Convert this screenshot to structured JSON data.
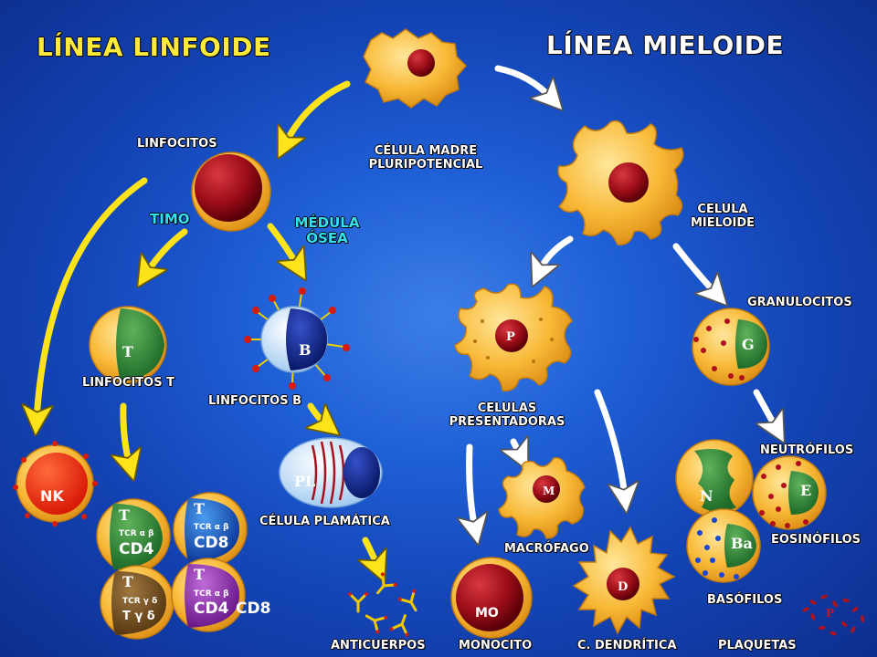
{
  "titles": {
    "lymphoid": "LÍNEA LINFOIDE",
    "myeloid": "LÍNEA MIELOIDE"
  },
  "labels": {
    "stem_cell": [
      "CÉLULA MADRE",
      "PLURIPOTENCIAL"
    ],
    "linfocitos": "LINFOCITOS",
    "timo": "TIMO",
    "medula": [
      "MÉDULA",
      "ÓSEA"
    ],
    "linfocitos_t": "LINFOCITOS T",
    "linfocitos_b": "LINFOCITOS B",
    "celula_plasmatica": "CÉLULA PLAMÁTICA",
    "anticuerpos": "ANTICUERPOS",
    "celula_mieloide": [
      "CELULA",
      "MIELOIDE"
    ],
    "granulocitos": "GRANULOCITOS",
    "celulas_presentadoras": [
      "CELULAS",
      "PRESENTADORAS"
    ],
    "macrofago": "MACRÓFAGO",
    "monocito": "MONOCITO",
    "c_dendritica": "C. DENDRÍTICA",
    "neutrofilos": "NEUTRÓFILOS",
    "eosinofilos": "EOSINÓFILOS",
    "basofilos": "BASÓFILOS",
    "plaquetas": "PLAQUETAS"
  },
  "cell_letters": {
    "t": "T",
    "b": "B",
    "nk": "NK",
    "pl": "PL",
    "p": "P",
    "g": "G",
    "m": "M",
    "d": "D",
    "mo": "MO",
    "n": "N",
    "e": "E",
    "ba": "Ba",
    "plaqueta": "P"
  },
  "t_subsets": {
    "cd4": {
      "letter": "T",
      "receptor": "TCR α β",
      "marker": "CD4"
    },
    "cd8": {
      "letter": "T",
      "receptor": "TCR α β",
      "marker": "CD8"
    },
    "gd": {
      "letter": "T",
      "receptor": "TCR γ δ",
      "marker": "T γ δ"
    },
    "dp": {
      "letter": "T",
      "receptor": "TCR α β",
      "marker": "CD4",
      "marker2": "CD8"
    }
  },
  "colors": {
    "title_yellow": "#ffe93a",
    "cyan_label": "#36e0f0",
    "cell_orange": "#f6b93a",
    "nucleus_red": "#9c0d18",
    "arrow_yellow": "#ffe31a"
  }
}
